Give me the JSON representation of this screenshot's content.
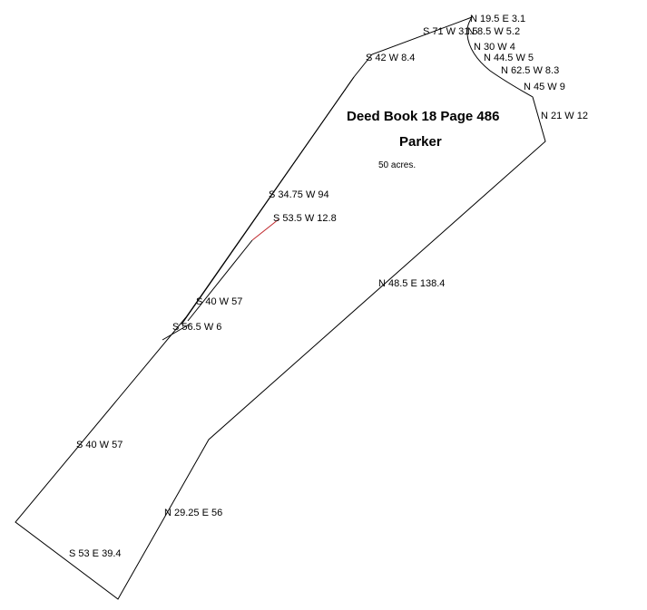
{
  "title": "Deed Book 18 Page 486",
  "name": "Parker",
  "area": "50 acres.",
  "colors": {
    "boundary": "#000000",
    "interior_call": "#c0282d",
    "text": "#000000"
  },
  "calls": [
    "N 19.5 E 3.1",
    "S 71 W 31.5",
    "N 8.5 W 5.2",
    "N 30 W 4",
    "N 44.5 W 5",
    "N 62.5 W 8.3",
    "N 45 W 9",
    "N 21 W 12",
    "S 42 W 8.4",
    "S 34.75 W 94",
    "S 53.5 W 12.8",
    "S 40 W 57",
    "S 56.5 W 6",
    "N 48.5 E 138.4",
    "S 40 W 57",
    "N 29.25 E 56",
    "S 53 E 39.4"
  ]
}
